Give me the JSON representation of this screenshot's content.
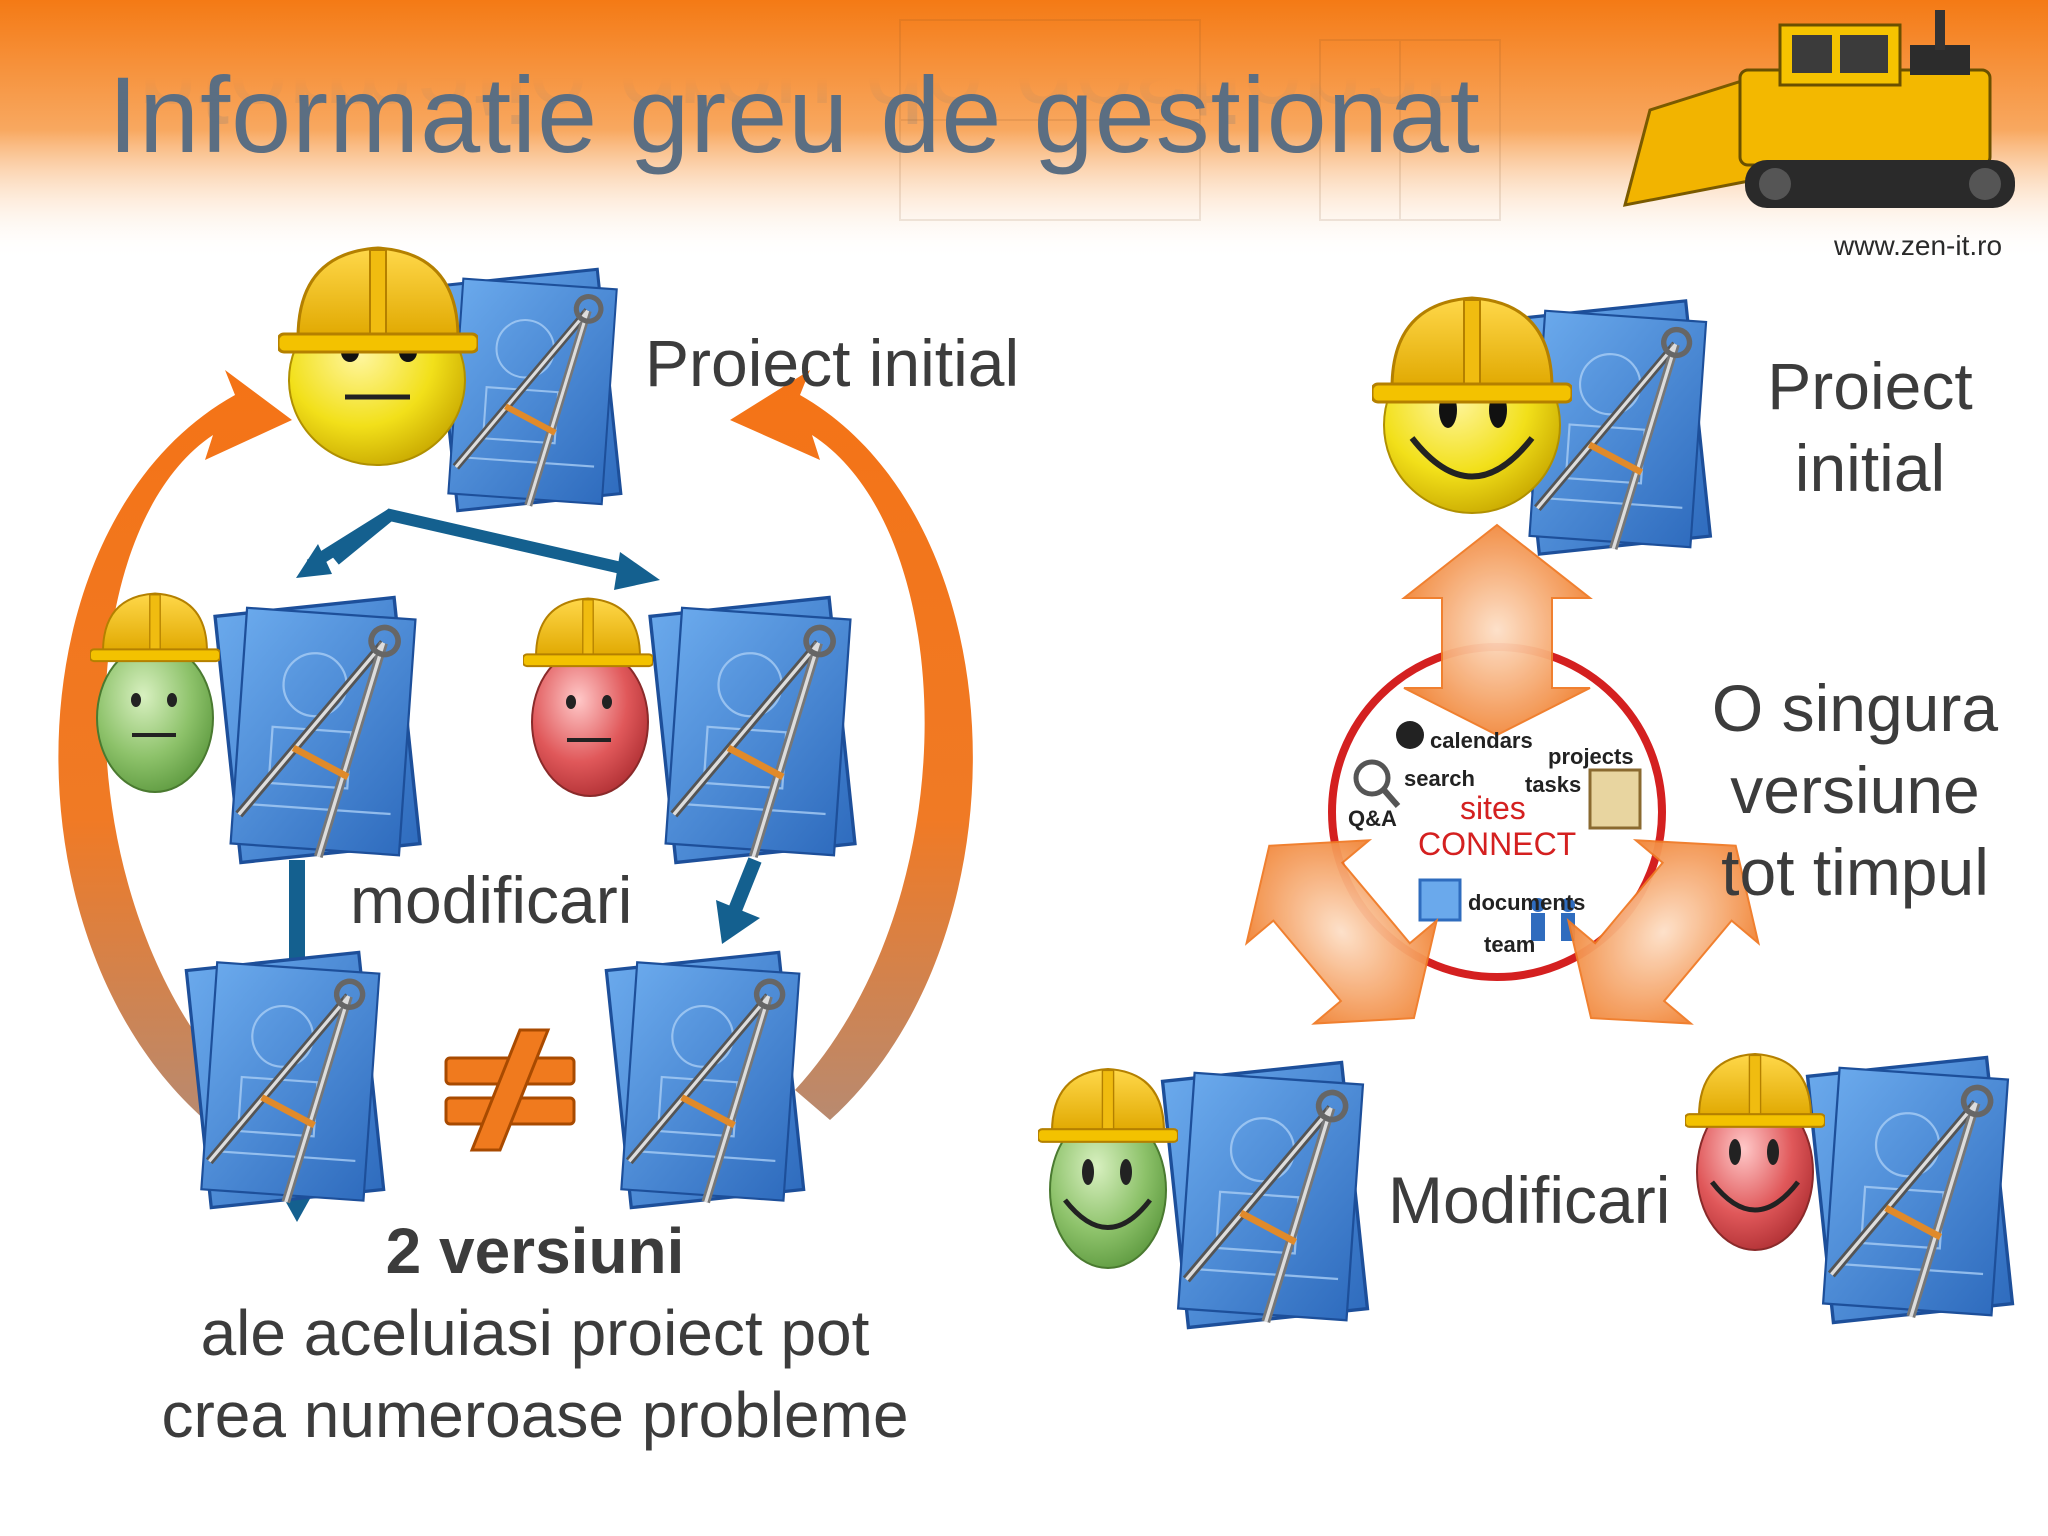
{
  "slide": {
    "title": "Informatie greu de gestionat",
    "website": "www.zen-it.ro"
  },
  "left_panel": {
    "project_label": "Proiect initial",
    "changes_label": "modificari",
    "not_equal_symbol": "≠",
    "conclusion": {
      "bold": "2 versiuni",
      "line1": "ale aceluiasi proiect pot",
      "line2": "crea numeroase probleme"
    }
  },
  "right_panel": {
    "project_label_line1": "Proiect",
    "project_label_line2": "initial",
    "single_version_line1": "O singura",
    "single_version_line2": "versiune",
    "single_version_line3": "tot timpul",
    "changes_label": "Modificari",
    "hub": {
      "brand_line1": "sites",
      "brand_line2": "CONNECT",
      "features": [
        "calendars",
        "projects",
        "search",
        "tasks",
        "Q&A",
        "documents",
        "team"
      ]
    }
  },
  "colors": {
    "orange": "#f07a1e",
    "blue_arrow": "#14608f",
    "title": "#5b6e82",
    "blueprint": "#3f7fd0",
    "helmet": "#f5c000",
    "face_yellow": "#f2e01a",
    "face_green": "#8dc26a",
    "face_red": "#e0585a",
    "hub_red": "#d42020"
  }
}
